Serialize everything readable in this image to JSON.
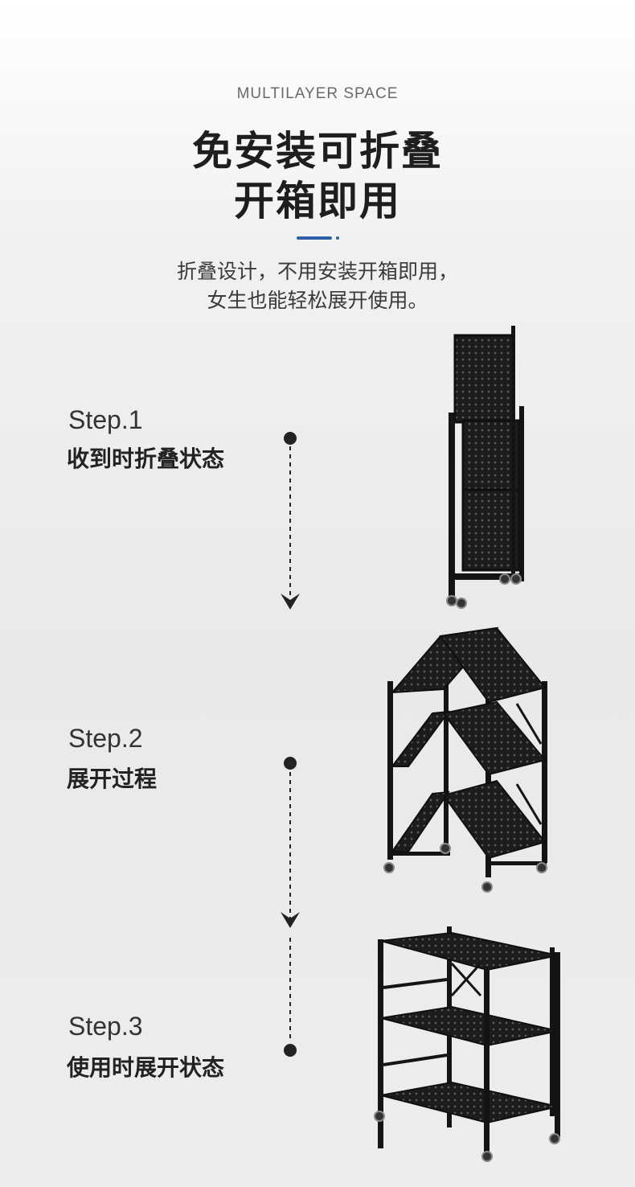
{
  "header": {
    "eyebrow": "MULTILAYER SPACE",
    "headline_line1": "免安装可折叠",
    "headline_line2": "开箱即用",
    "description_line1": "折叠设计，不用安装开箱即用，",
    "description_line2": "女生也能轻松展开使用。"
  },
  "steps": [
    {
      "number": "Step.1",
      "title": "收到时折叠状态",
      "image": "folded-rack-image"
    },
    {
      "number": "Step.2",
      "title": "展开过程",
      "image": "unfolding-rack-image"
    },
    {
      "number": "Step.3",
      "title": "使用时展开状态",
      "image": "unfolded-rack-image"
    }
  ],
  "colors": {
    "accent": "#2f5fa6",
    "text_dark": "#222222",
    "rack": "#1a1a1a"
  }
}
